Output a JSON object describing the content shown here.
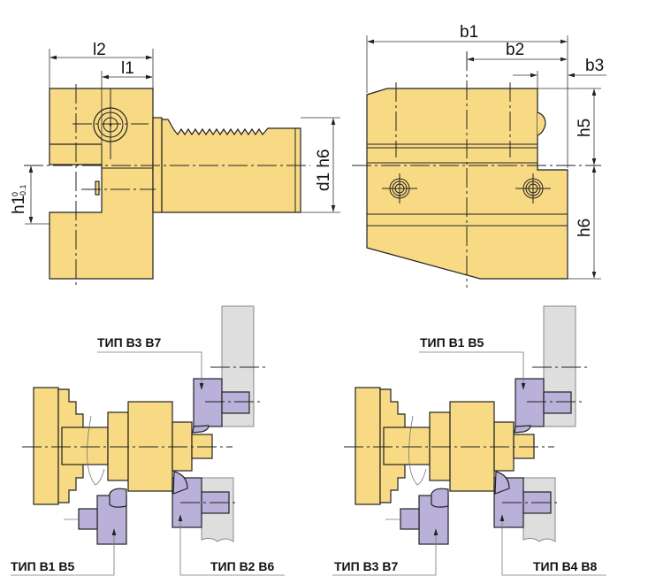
{
  "side_view": {
    "dim_l2": "l2",
    "dim_l1": "l1",
    "dim_d1": "d1  h6",
    "dim_h1": "h1",
    "dim_h1_tol_upper": "0",
    "dim_h1_tol_lower": "-0.1"
  },
  "front_view": {
    "dim_b1": "b1",
    "dim_b2": "b2",
    "dim_b3": "b3",
    "dim_h5": "h5",
    "dim_h6": "h6"
  },
  "scene_left": {
    "label_top": "ТИП B3 B7",
    "label_bottom_left": "ТИП B1 B5",
    "label_bottom_right": "ТИП B2 B6"
  },
  "scene_right": {
    "label_top": "ТИП B1 B5",
    "label_bottom_left": "ТИП B3 B7",
    "label_bottom_right": "ТИП B4 B8"
  },
  "colors": {
    "holder": "#F8DA84",
    "tool": "#B9B1D9",
    "turret": "#DEDEDE"
  }
}
